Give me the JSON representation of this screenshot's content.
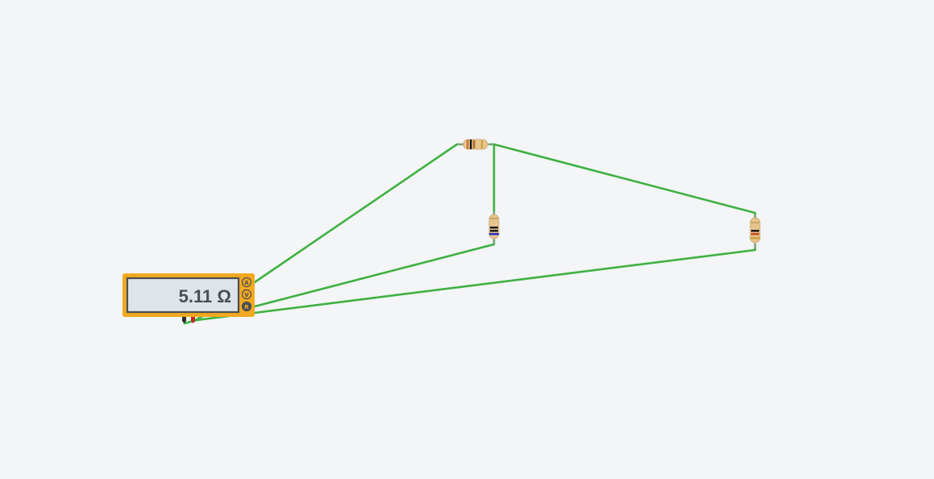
{
  "multimeter": {
    "reading": "5.11 Ω",
    "modes": [
      "A",
      "V",
      "R"
    ],
    "active_mode": "R"
  },
  "colors": {
    "background": "#f3f5f7",
    "wire": "#3fb142",
    "multimeter_body": "#f2a91f",
    "display_bg": "#dde5e8",
    "display_text": "#4a4f55"
  },
  "resistors": [
    {
      "name": "resistor-top",
      "orientation": "horizontal",
      "bands": [
        "#c8772f",
        "#1a1a1a",
        "#b36b2a",
        "#c9a23a"
      ]
    },
    {
      "name": "resistor-middle",
      "orientation": "vertical",
      "bands": [
        "#c8772f",
        "#1a1a1a",
        "#1f1f1f",
        "#2b2bd0"
      ]
    },
    {
      "name": "resistor-right",
      "orientation": "vertical",
      "bands": [
        "#c8772f",
        "#1a1a1a",
        "#c84a1a",
        "#c9a23a"
      ]
    }
  ]
}
